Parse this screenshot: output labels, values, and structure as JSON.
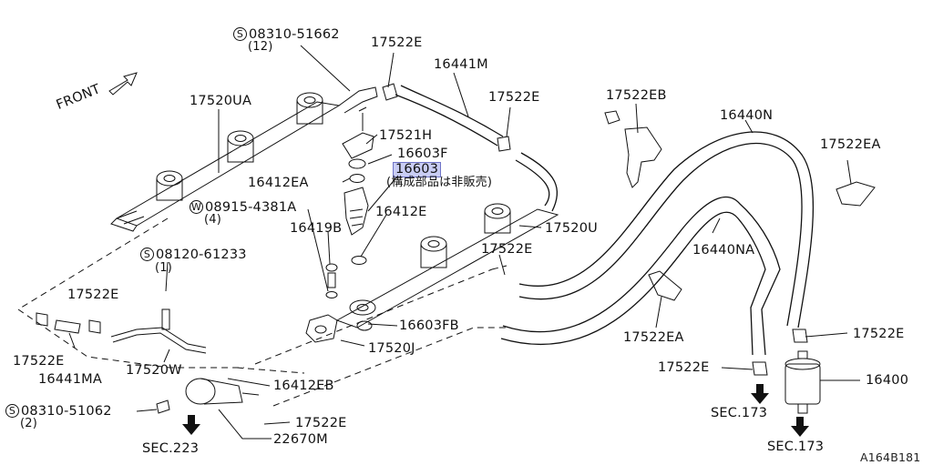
{
  "front_label": "FRONT",
  "parts": {
    "bolt_08310_51662": "08310-51662",
    "bolt_08310_51662_qty": "(12)",
    "p17522E_top": "17522E",
    "p16441M": "16441M",
    "p17522E_mid": "17522E",
    "p17522EB": "17522EB",
    "p16440N": "16440N",
    "p17522EA_right": "17522EA",
    "p17520UA": "17520UA",
    "p17521H": "17521H",
    "p16603F": "16603F",
    "p16412EA": "16412EA",
    "p16603": "16603",
    "p16603_note": "(構成部品は非販売)",
    "washer_08915_4381A": "08915-4381A",
    "washer_08915_4381A_qty": "(4)",
    "p16412E": "16412E",
    "p17520U": "17520U",
    "p16419B": "16419B",
    "p17522E_center": "17522E",
    "p16440NA": "16440NA",
    "bolt_08120_61233": "08120-61233",
    "bolt_08120_61233_qty": "(1)",
    "p17522E_left": "17522E",
    "p17522EA_mid": "17522EA",
    "p17522E_right": "17522E",
    "p16603FB": "16603FB",
    "p17520J": "17520J",
    "p17522E_bottom_left": "17522E",
    "p16441MA": "16441MA",
    "p17520W": "17520W",
    "p17522E_filter": "17522E",
    "p16400": "16400",
    "p16412EB": "16412EB",
    "bolt_08310_51062": "08310-51062",
    "bolt_08310_51062_qty": "(2)",
    "p17522E_regulator": "17522E",
    "p22670M": "22670M"
  },
  "references": {
    "sec223": "SEC.223",
    "sec173_a": "SEC.173",
    "sec173_b": "SEC.173",
    "figure_id": "A164B181"
  },
  "symbols": {
    "s_mark": "S",
    "w_mark": "W"
  }
}
